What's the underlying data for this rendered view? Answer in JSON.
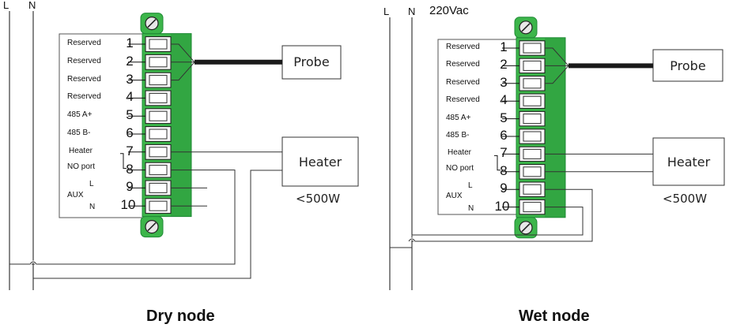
{
  "left_panel": {
    "rail_L": "L",
    "rail_N": "N",
    "title": "Dry node",
    "probe_label": "Probe",
    "heater_label": "Heater",
    "power_limit": "<500W"
  },
  "right_panel": {
    "rail_L": "L",
    "rail_N": "N",
    "supply_voltage": "220Vac",
    "title": "Wet node",
    "probe_label": "Probe",
    "heater_label": "Heater",
    "power_limit": "<500W"
  },
  "terminals": [
    {
      "num": "1",
      "label": "Reserved"
    },
    {
      "num": "2",
      "label": "Reserved"
    },
    {
      "num": "3",
      "label": "Reserved"
    },
    {
      "num": "4",
      "label": "Reserved"
    },
    {
      "num": "5",
      "label": "485 A+"
    },
    {
      "num": "6",
      "label": "485 B-"
    },
    {
      "num": "7",
      "label": ""
    },
    {
      "num": "8",
      "label": ""
    },
    {
      "num": "9",
      "label": ""
    },
    {
      "num": "10",
      "label": ""
    }
  ],
  "group_labels": {
    "heater_line1": "Heater",
    "heater_line2": "NO port",
    "aux": "AUX",
    "aux_L": "L",
    "aux_N": "N"
  },
  "colors": {
    "connector_green": "#3cb54a",
    "connector_dark": "#1f8a35",
    "probe_cable": "#1a1a1a",
    "wire": "#333333",
    "line": "#111111"
  }
}
